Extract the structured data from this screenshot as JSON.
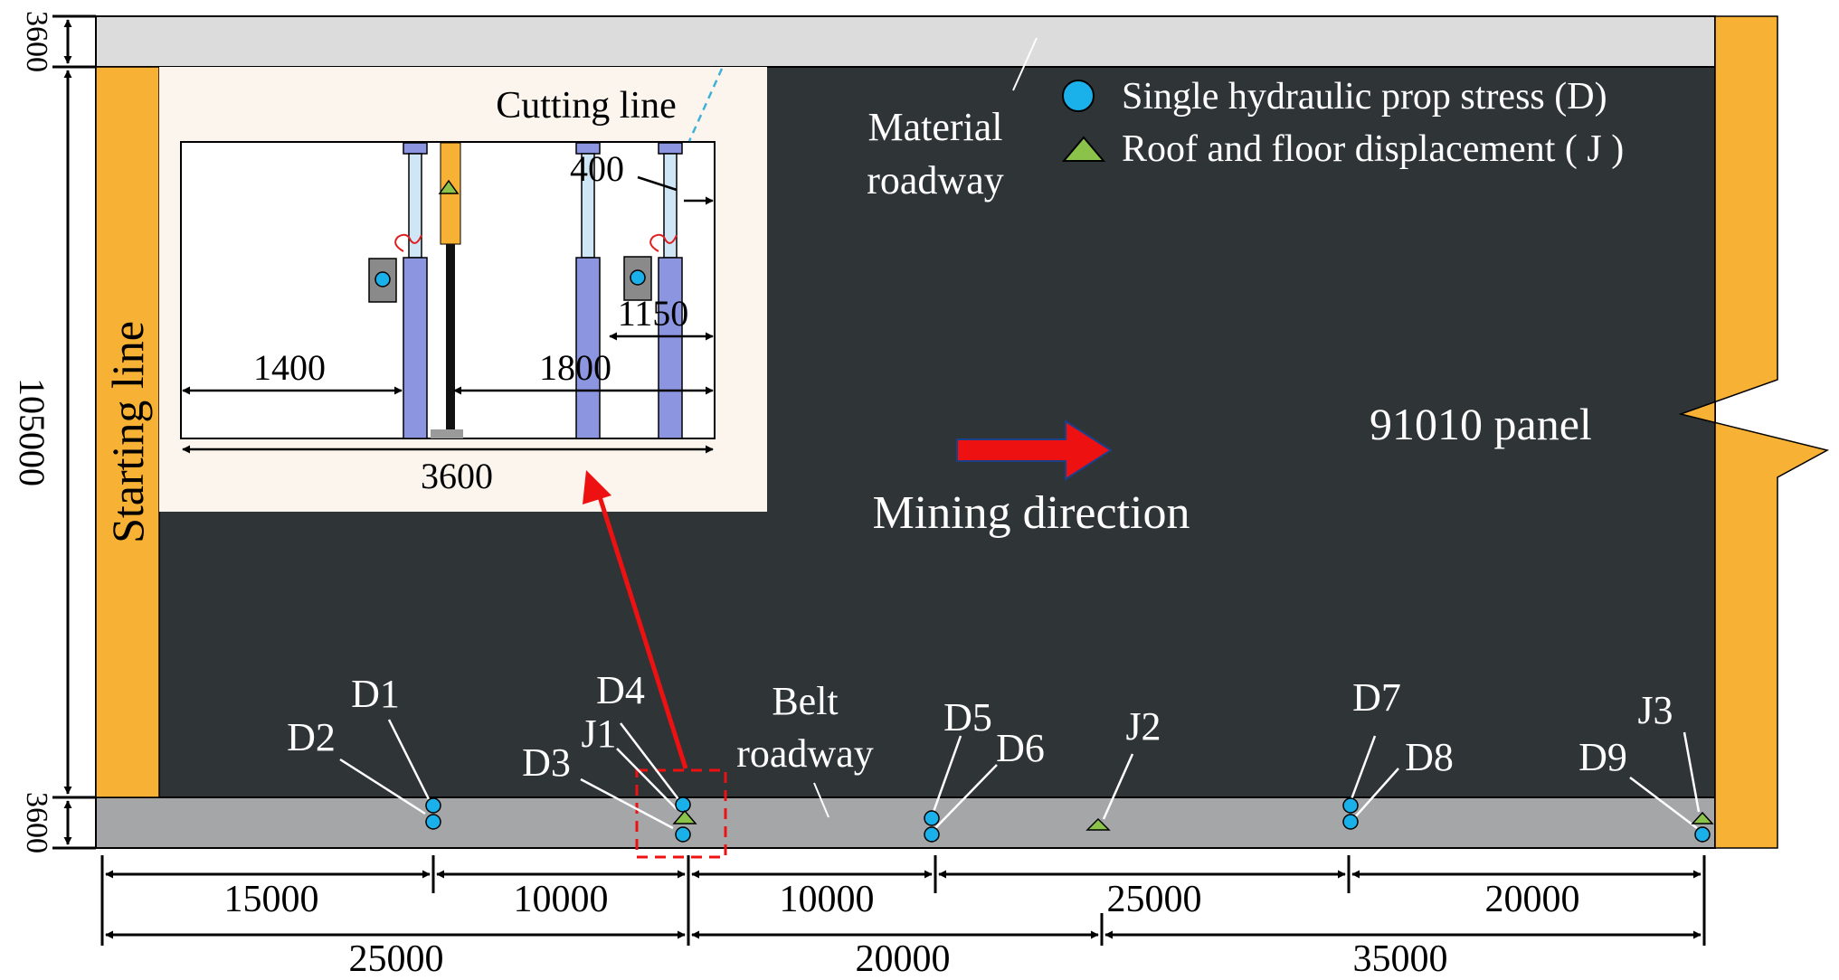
{
  "title": "",
  "legend": {
    "prop_stress": "Single hydraulic prop stress (D)",
    "roof_floor": "Roof and floor displacement ( J )"
  },
  "labels": {
    "material_roadway_1": "Material",
    "material_roadway_2": "roadway",
    "belt_roadway_1": "Belt",
    "belt_roadway_2": "roadway",
    "starting_line": "Starting line",
    "panel": "91010 panel",
    "mining_direction": "Mining direction",
    "cutting_line": "Cutting line"
  },
  "inset_dimensions": {
    "d400": "400",
    "d1150": "1150",
    "d1400": "1400",
    "d1800": "1800",
    "d3600": "3600"
  },
  "side_dimensions": {
    "top": "3600",
    "middle": "105000",
    "bottom": "3600"
  },
  "bottom_dimensions_row1": [
    "15000",
    "10000",
    "10000",
    "25000",
    "20000"
  ],
  "bottom_dimensions_row2": [
    "25000",
    "20000",
    "35000"
  ],
  "stations": {
    "D1": "D1",
    "D2": "D2",
    "D3": "D3",
    "D4": "D4",
    "J1": "J1",
    "D5": "D5",
    "D6": "D6",
    "J2": "J2",
    "D7": "D7",
    "D8": "D8",
    "J3": "J3",
    "D9": "D9"
  },
  "colors": {
    "panel": "#2f3437",
    "material_roadway": "#dcdcdc",
    "belt_roadway": "#a4a6a8",
    "coal_pillar": "#f7b135",
    "prop_marker": "#1ab1ea",
    "roof_marker": "#8bc34a",
    "arrow": "#ee1111",
    "inset_bg": "#fbf5ee",
    "prop_body": "#8c96e0"
  }
}
